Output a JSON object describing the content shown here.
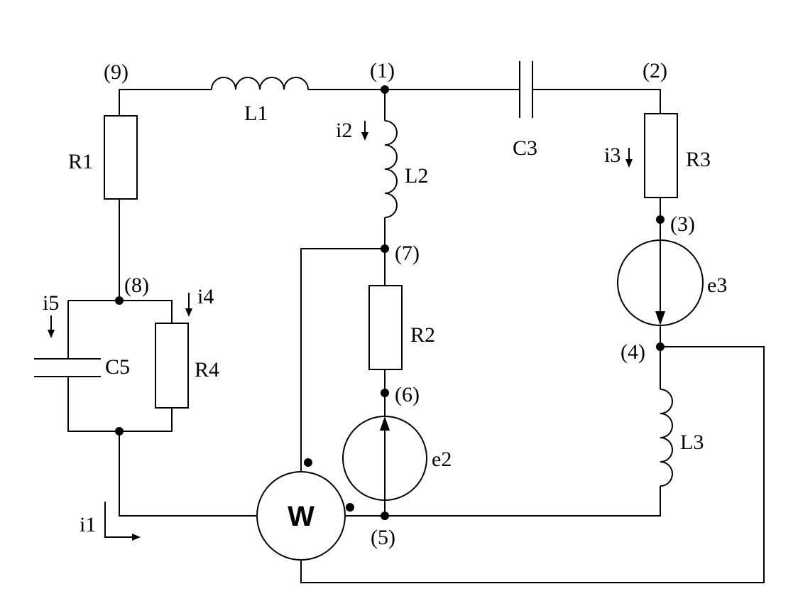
{
  "nodes": {
    "n1": "(1)",
    "n2": "(2)",
    "n3": "(3)",
    "n4": "(4)",
    "n5": "(5)",
    "n6": "(6)",
    "n7": "(7)",
    "n8": "(8)",
    "n9": "(9)"
  },
  "components": {
    "R1": "R1",
    "R2": "R2",
    "R3": "R3",
    "R4": "R4",
    "L1": "L1",
    "L2": "L2",
    "L3": "L3",
    "C3": "C3",
    "C5": "C5",
    "e2": "e2",
    "e3": "e3",
    "W": "W"
  },
  "currents": {
    "i1": "i1",
    "i2": "i2",
    "i3": "i3",
    "i4": "i4",
    "i5": "i5"
  }
}
